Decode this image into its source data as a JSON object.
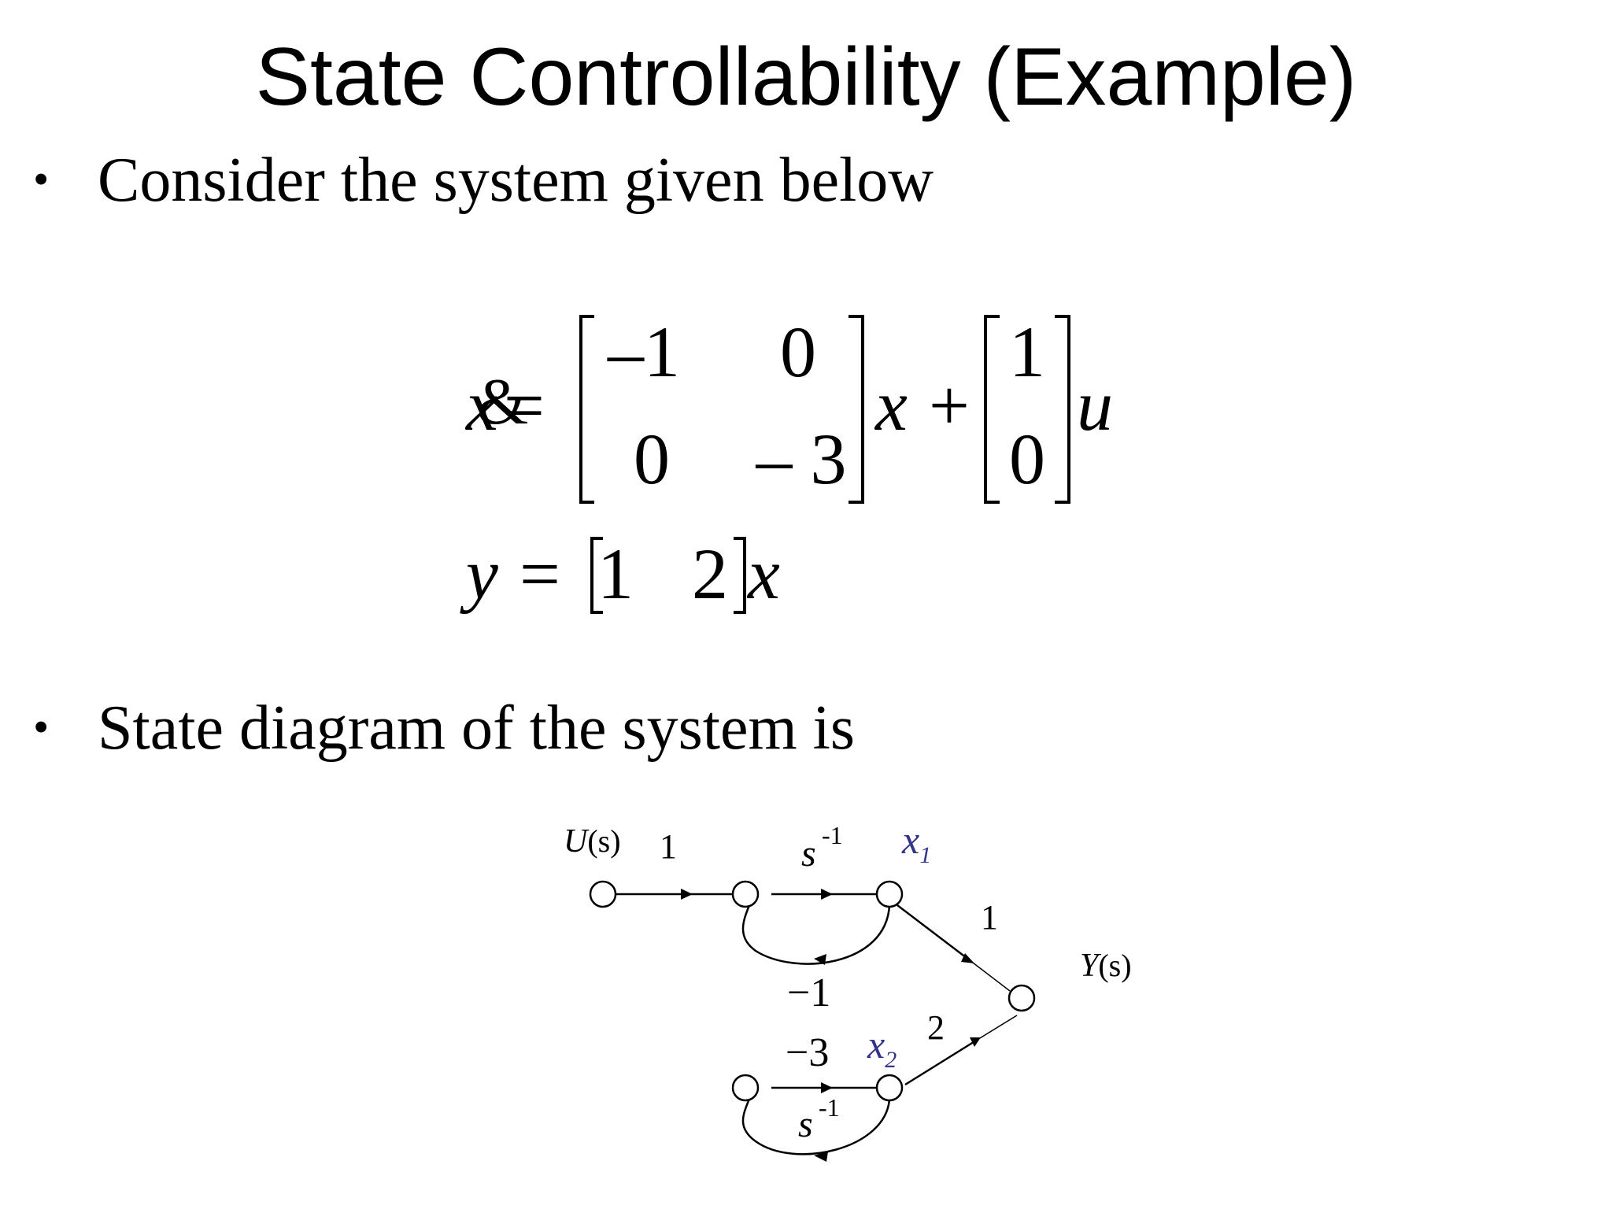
{
  "slide": {
    "title": "State Controllability (Example)",
    "bullets": [
      {
        "marker": "•",
        "text": "Consider the system given below"
      },
      {
        "marker": "•",
        "text": "State diagram of the system is"
      }
    ]
  },
  "equations": {
    "state": {
      "lhs": "x",
      "dot_glyph": "&",
      "equals": "=",
      "A": [
        [
          "–1",
          "0"
        ],
        [
          "0",
          "– 3"
        ]
      ],
      "x_label": "x",
      "plus": "+",
      "B": [
        "1",
        "0"
      ],
      "u_label": "u"
    },
    "output": {
      "lhs": "y",
      "equals": "=",
      "C": [
        "1",
        "2"
      ],
      "x_label": "x"
    }
  },
  "diagram": {
    "input_label_main": "U",
    "input_label_arg": "(s)",
    "output_label_main": "Y",
    "output_label_arg": "(s)",
    "top_input_gain": "1",
    "integrator_top_base": "s",
    "integrator_top_exp": "-1",
    "integrator_bottom_base": "s",
    "integrator_bottom_exp": "-1",
    "x1_base": "x",
    "x1_sub": "1",
    "x2_base": "x",
    "x2_sub": "2",
    "feedback_top": "−1",
    "feedback_bottom": "−3",
    "output_gain_x1": "1",
    "output_gain_x2": "2",
    "state_label_color": "#33338a"
  }
}
